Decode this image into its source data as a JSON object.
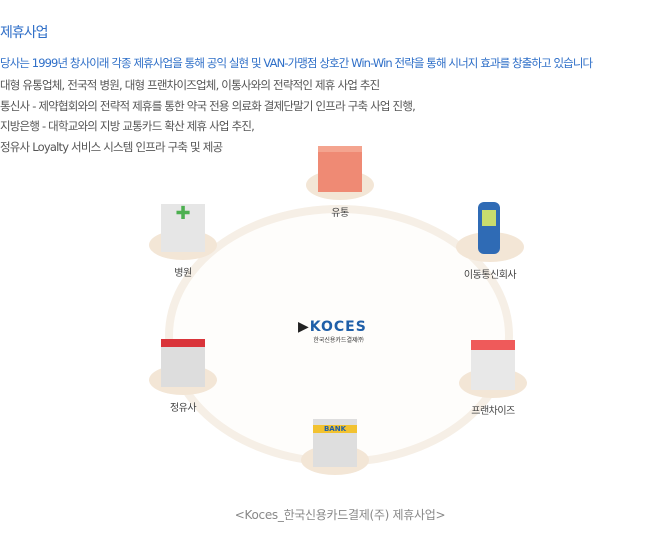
{
  "title": "제휴사업",
  "intro": "당사는 1999년 창사이래 각종 제휴사업을 통해 공익 실현 및 VAN-가맹점 상호간 Win-Win 전략을 통해 시너지 효과를 창출하고 있습니다",
  "lines": [
    "대형 유통업체, 전국적 병원, 대형 프랜차이즈업체, 이통사와의 전략적인 제휴 사업 추진",
    "통신사 - 제약협회와의 전략적 제휴를 통한 약국 전용 의료화 결제단말기 인프라 구축 사업 진행,",
    "지방은행 - 대학교와의 지방 교통카드 확산 제휴 사업 추진,",
    "정유사 Loyalty 서비스 시스템 인프라 구축 및 제공"
  ],
  "diagram": {
    "logo": "KOCES",
    "logo_sub": "한국신용카드결제㈜",
    "nodes": {
      "retail": "유통",
      "mobile": "이동통신회사",
      "hospital": "병원",
      "gas": "정유사",
      "bank": "BANK",
      "franchise": "프랜차이즈"
    }
  },
  "caption": "<Koces_한국신용카드결제(주) 제휴사업>"
}
